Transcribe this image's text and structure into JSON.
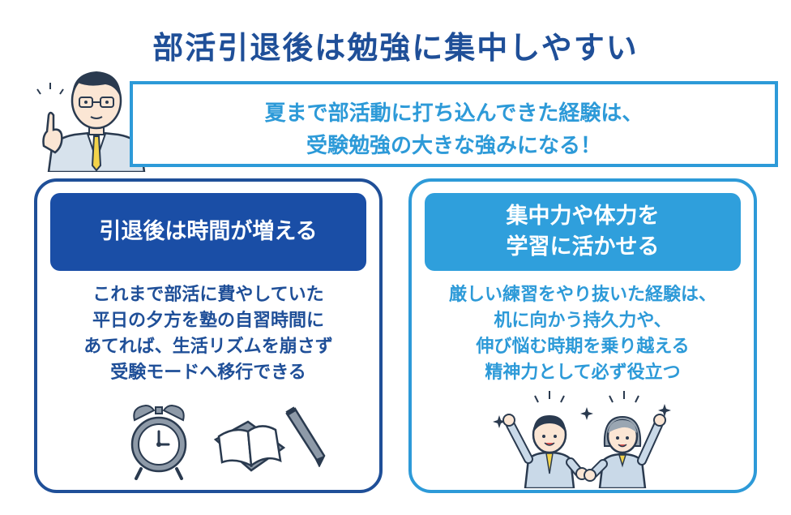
{
  "title": "部活引退後は勉強に集中しやすい",
  "banner": {
    "lines": [
      "夏まで部活動に打ち込んできた経験は、",
      "受験勉強の大きな強みになる！"
    ]
  },
  "cards": [
    {
      "heading_lines": [
        "引退後は時間が増える"
      ],
      "body_lines": [
        "これまで部活に費やしていた",
        "平日の夕方を塾の自習時間に",
        "あてれば、生活リズムを崩さず",
        "受験モードへ移行できる"
      ]
    },
    {
      "heading_lines": [
        "集中力や体力を",
        "学習に活かせる"
      ],
      "body_lines": [
        "厳しい練習をやり抜いた経験は、",
        "机に向かう持久力や、",
        "伸び悩む時期を乗り越える",
        "精神力として必ず役立つ"
      ]
    }
  ],
  "colors": {
    "navy": "#1f4f98",
    "sky": "#2d9ad8",
    "gray_illustration": "#8e9aa8"
  },
  "icons": {
    "teacher": "teacher-pointing-icon",
    "clock": "alarm-clock-icon",
    "book": "open-book-icon",
    "pencil": "pencil-icon",
    "students": "cheering-students-icon"
  }
}
